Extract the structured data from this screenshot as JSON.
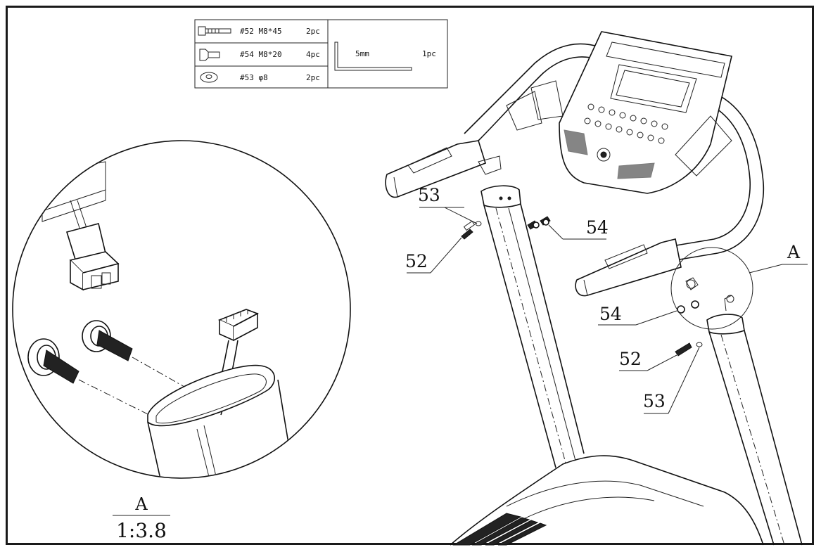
{
  "hardware_table": {
    "rows": [
      {
        "icon": "bolt-long-icon",
        "part": "#52 M8*45",
        "qty": "2pc"
      },
      {
        "icon": "bolt-short-icon",
        "part": "#54 M8*20",
        "qty": "4pc"
      },
      {
        "icon": "washer-icon",
        "part": "#53 φ8",
        "qty": "2pc"
      }
    ],
    "tool": {
      "icon": "allen-key-icon",
      "size": "5mm",
      "qty": "1pc"
    }
  },
  "callouts": {
    "left_53": "53",
    "left_52": "52",
    "left_54": "54",
    "right_a": "A",
    "right_54": "54",
    "right_52": "52",
    "right_53": "53"
  },
  "detail": {
    "label": "A",
    "scale": "1:3.8"
  }
}
